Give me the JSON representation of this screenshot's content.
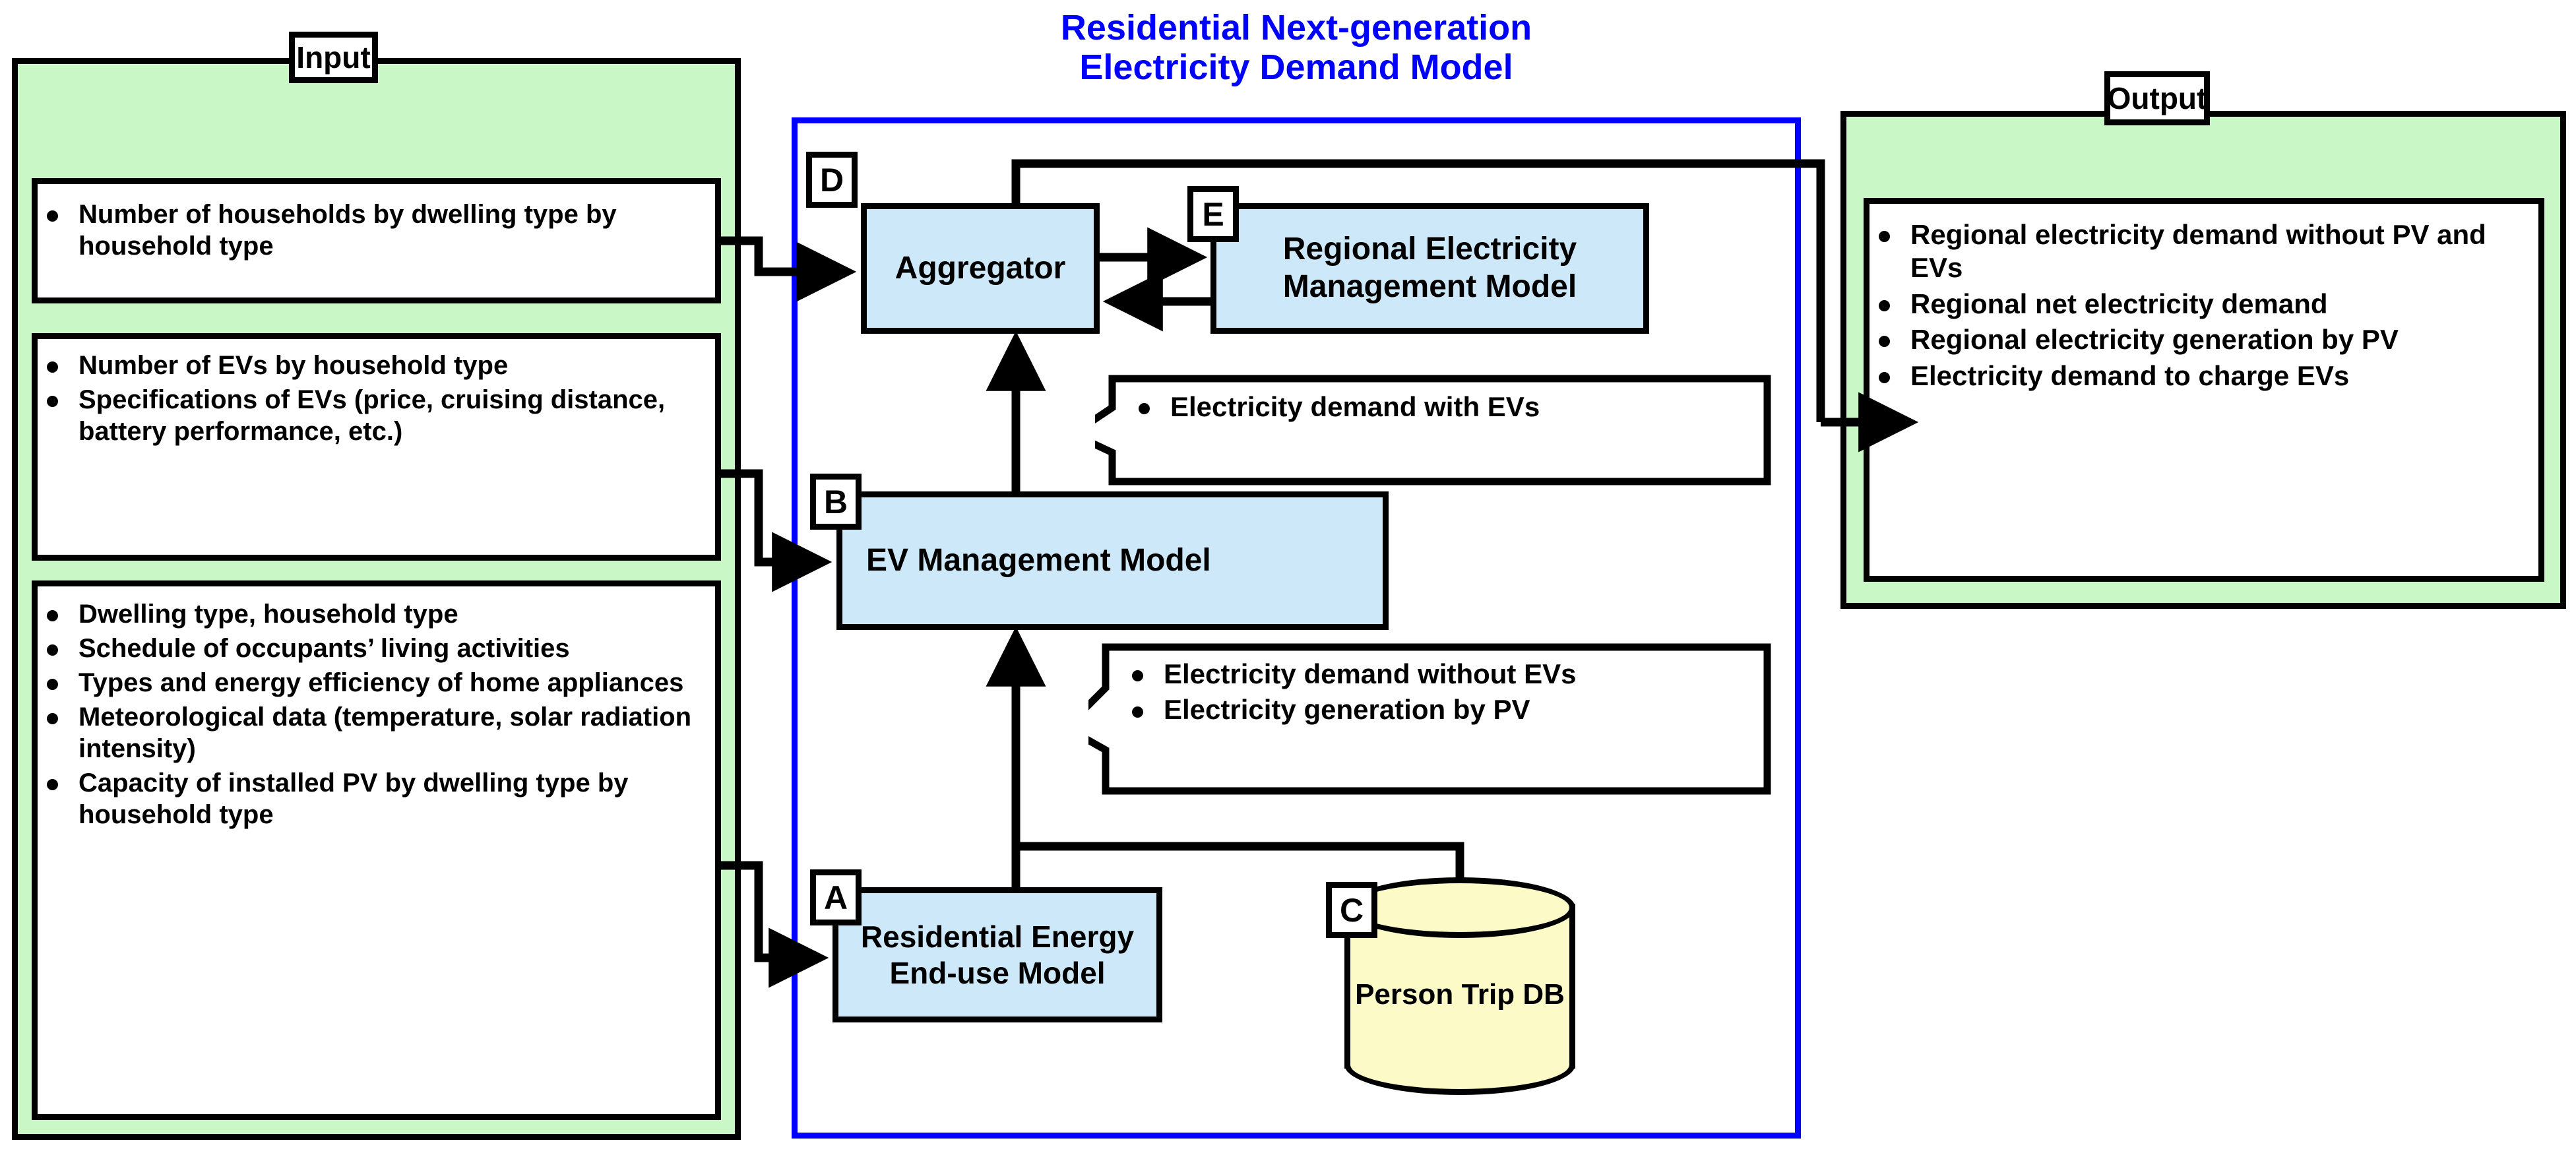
{
  "title": {
    "line1": "Residential Next-generation",
    "line2": "Electricity Demand Model",
    "color": "#0000ff"
  },
  "input_panel": {
    "label": "Input",
    "fill": "#c9f8c6",
    "boxes": [
      {
        "id": "input-box-1",
        "items": [
          "Number of households by dwelling type by household type"
        ]
      },
      {
        "id": "input-box-2",
        "items": [
          "Number of EVs by household type",
          "Specifications of EVs (price, cruising distance, battery performance, etc.)"
        ]
      },
      {
        "id": "input-box-3",
        "items": [
          "Dwelling type, household type",
          "Schedule of occupants’ living activities",
          "Types and energy efficiency of home appliances",
          "Meteorological data (temperature, solar radiation intensity)",
          "Capacity of installed PV by dwelling type by household type"
        ]
      }
    ]
  },
  "output_panel": {
    "label": "Output",
    "fill": "#c9f8c6",
    "items": [
      "Regional electricity demand without PV and EVs",
      "Regional net electricity demand",
      "Regional electricity generation by PV",
      "Electricity demand to charge EVs"
    ]
  },
  "model_panel": {
    "border_color": "#0000ff",
    "box_fill": "#cde9f9",
    "db_fill": "#fcfbc8",
    "models": [
      {
        "badge": "D",
        "name": "Aggregator"
      },
      {
        "badge": "E",
        "name": "Regional Electricity Management Model"
      },
      {
        "badge": "B",
        "name": "EV Management Model"
      },
      {
        "badge": "A",
        "name": "Residential Energy End-use Model"
      },
      {
        "badge": "C",
        "name": "Person Trip DB"
      }
    ],
    "callouts": [
      {
        "id": "callout-with-evs",
        "items": [
          "Electricity demand with EVs"
        ]
      },
      {
        "id": "callout-without-evs",
        "items": [
          "Electricity demand without EVs",
          "Electricity generation by PV"
        ]
      }
    ]
  }
}
